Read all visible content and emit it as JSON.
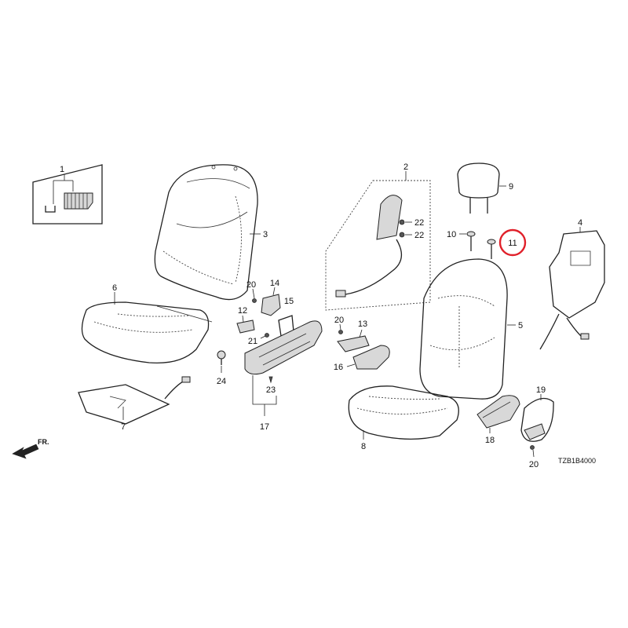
{
  "callouts": {
    "c1": "1",
    "c2": "2",
    "c3": "3",
    "c4": "4",
    "c5": "5",
    "c6": "6",
    "c7": "7",
    "c8": "8",
    "c9": "9",
    "c10": "10",
    "c11": "11",
    "c12": "12",
    "c13": "13",
    "c14": "14",
    "c15": "15",
    "c16": "16",
    "c17": "17",
    "c18": "18",
    "c19": "19",
    "c20a": "20",
    "c20b": "20",
    "c20c": "20",
    "c21": "21",
    "c22a": "22",
    "c22b": "22",
    "c23": "23",
    "c24": "24"
  },
  "front_marker": "FR.",
  "diagram_code": "TZB1B4000",
  "highlight": {
    "part": "11",
    "color": "#e0202a"
  }
}
